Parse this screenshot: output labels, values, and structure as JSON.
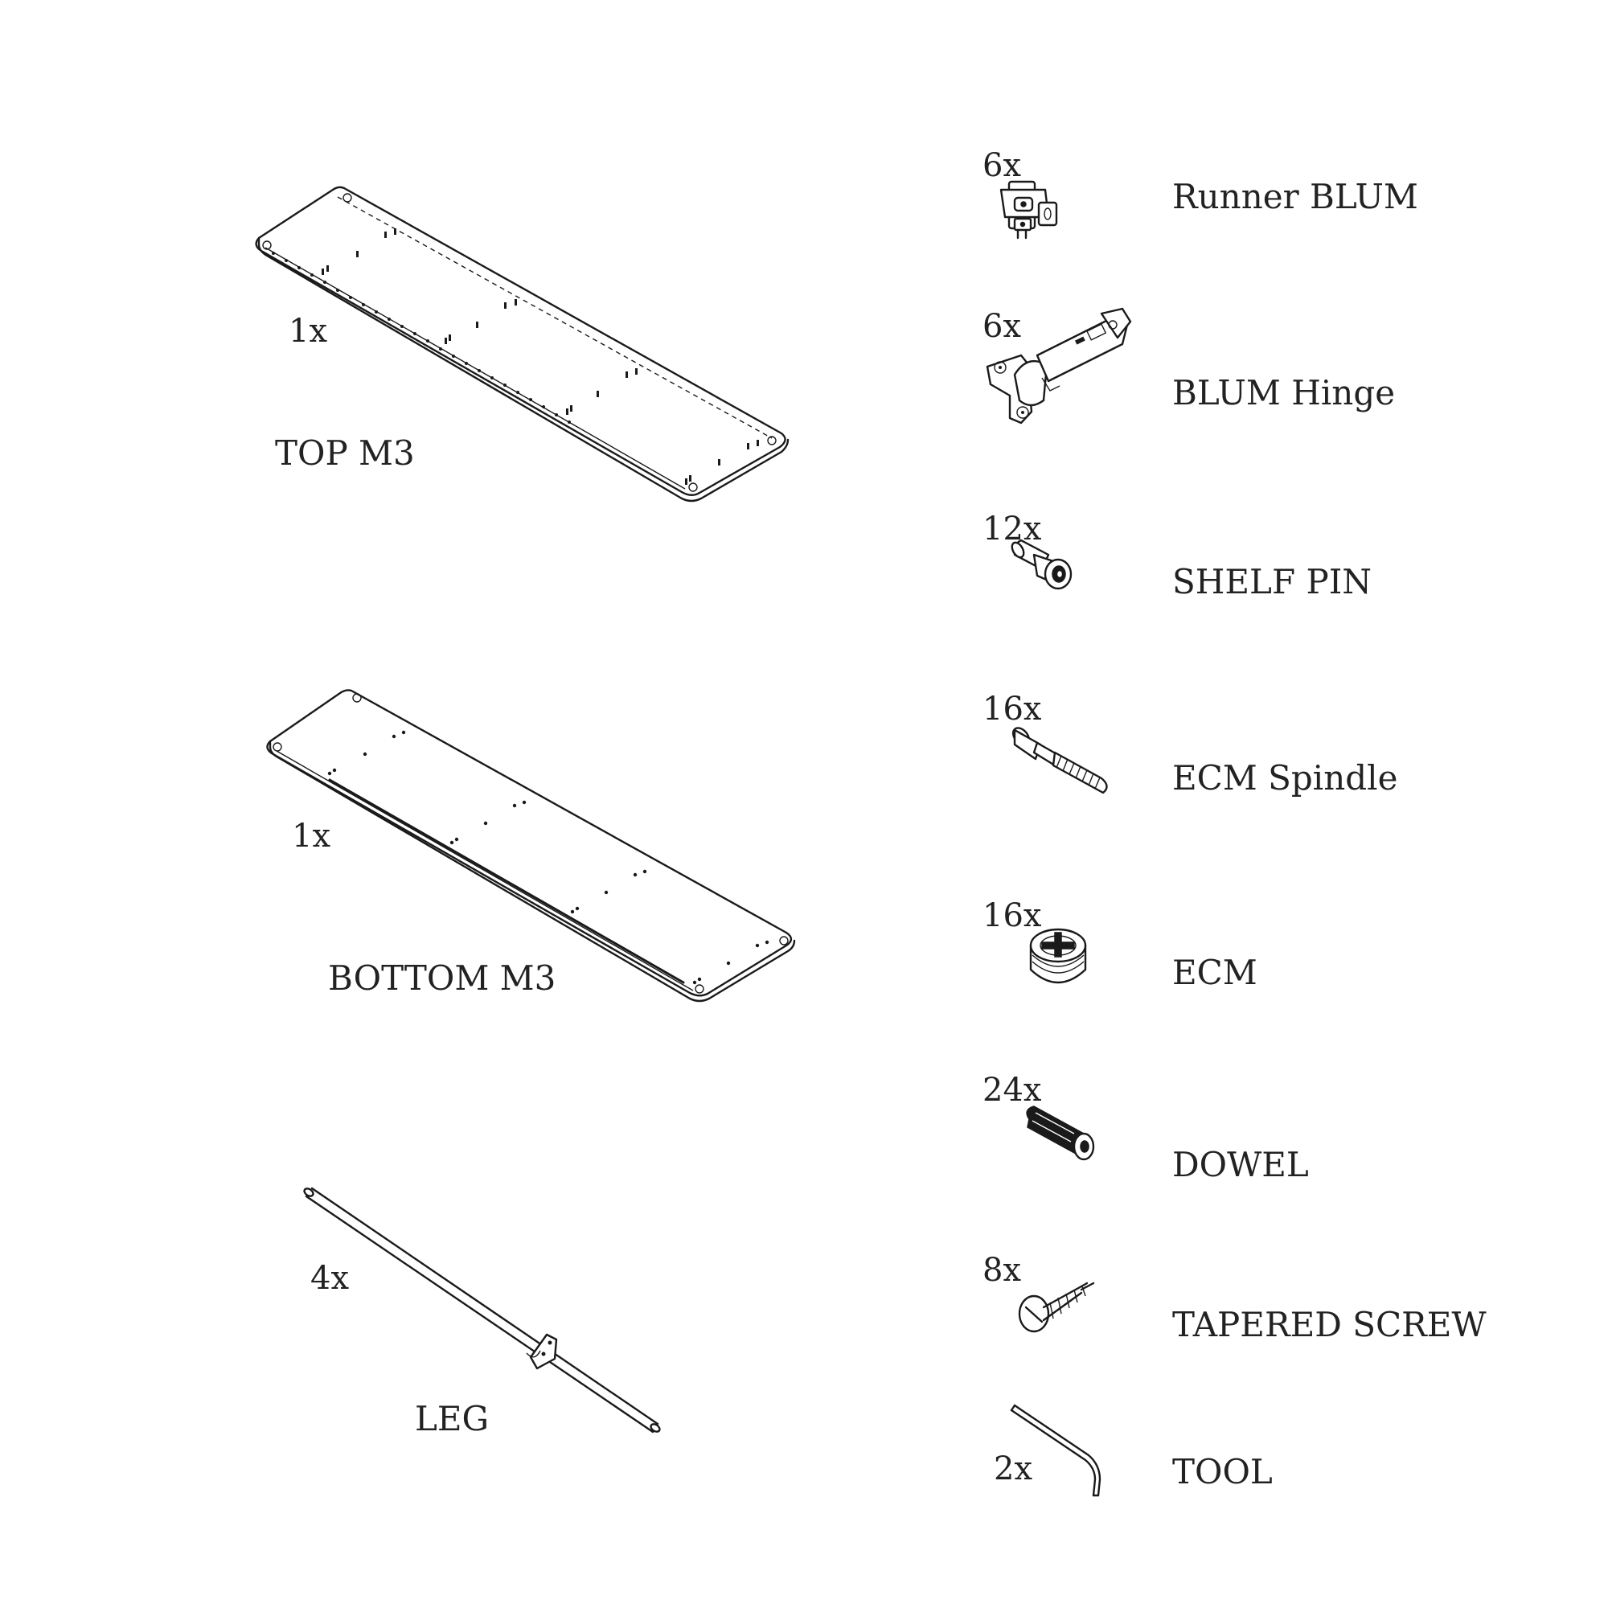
{
  "panels": [
    {
      "qty": "1x",
      "name": "TOP M3",
      "icon": "top-panel-icon"
    },
    {
      "qty": "1x",
      "name": "BOTTOM M3",
      "icon": "bottom-panel-icon"
    },
    {
      "qty": "4x",
      "name": "LEG",
      "icon": "leg-icon"
    }
  ],
  "hardware": [
    {
      "qty": "6x",
      "name": "Runner BLUM",
      "icon": "runner-icon"
    },
    {
      "qty": "6x",
      "name": "BLUM Hinge",
      "icon": "hinge-icon"
    },
    {
      "qty": "12x",
      "name": "SHELF PIN",
      "icon": "shelf-pin-icon"
    },
    {
      "qty": "16x",
      "name": "ECM Spindle",
      "icon": "spindle-icon"
    },
    {
      "qty": "16x",
      "name": "ECM",
      "icon": "ecm-icon"
    },
    {
      "qty": "24x",
      "name": "DOWEL",
      "icon": "dowel-icon"
    },
    {
      "qty": "8x",
      "name": "TAPERED SCREW",
      "icon": "screw-icon"
    },
    {
      "qty": "2x",
      "name": "TOOL",
      "icon": "tool-icon"
    }
  ]
}
